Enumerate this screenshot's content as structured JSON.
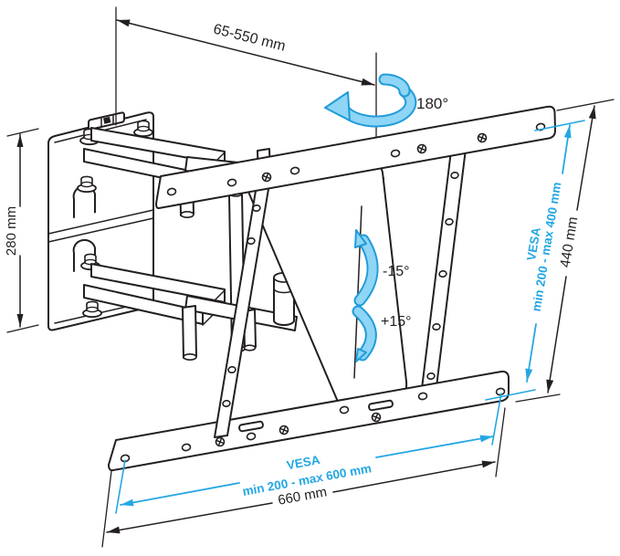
{
  "labels": {
    "extension_range": "65-550 mm",
    "swivel_angle": "180°",
    "plate_height": "280 mm",
    "tilt_up": "-15°",
    "tilt_down": "+15°",
    "vesa_vertical_brand": "VESA",
    "vesa_vertical_range": "min 200 - max 400 mm",
    "frame_height": "440 mm",
    "vesa_horizontal_brand": "VESA",
    "vesa_horizontal_range": "min 200 - max 600 mm",
    "frame_width": "660 mm"
  },
  "colors": {
    "line": "#231f20",
    "accent": "#24a7e3",
    "arrow_fill": "#8fd5f5",
    "arrow_edge": "#1f9cd9",
    "background": "#ffffff"
  }
}
